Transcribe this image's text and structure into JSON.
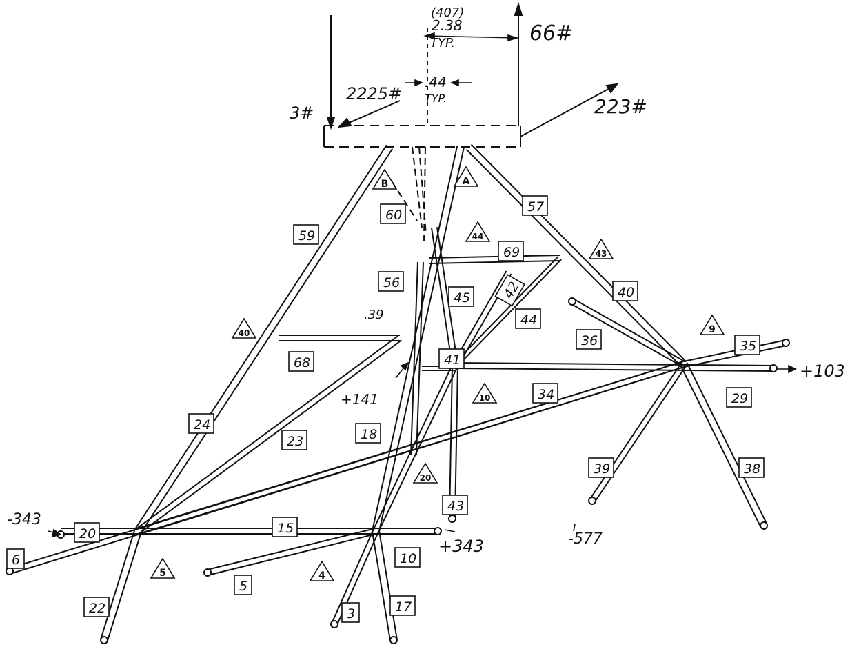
{
  "diagram": {
    "top_dimensions": {
      "width_value": "(407)",
      "width_main": "2.38",
      "width_note": "TYP.",
      "gap_value": ".44",
      "gap_note": "TYP."
    },
    "loads": {
      "left_vertical": "3#",
      "diagonal_in": "2225#",
      "right_vertical": "66#",
      "diagonal_out": "223#",
      "left_horizontal": "-343",
      "right_lower": "+343",
      "right_upper": "+103",
      "bottom_right": "-577",
      "center_node": "+141"
    },
    "member_labels": [
      "59",
      "56",
      "45",
      "42",
      "44",
      "68",
      "24",
      "23",
      "18",
      "41",
      "34",
      "36",
      "40",
      "35",
      "29",
      "57",
      "60",
      "69",
      "39",
      "38",
      "43",
      "20",
      "15",
      "10",
      "6",
      "5",
      "3",
      "17",
      "22"
    ],
    "node_labels": [
      "B",
      "A",
      "44",
      "43",
      "40",
      "9",
      "10",
      "20",
      "4",
      "5"
    ],
    "annotation": ".39"
  }
}
